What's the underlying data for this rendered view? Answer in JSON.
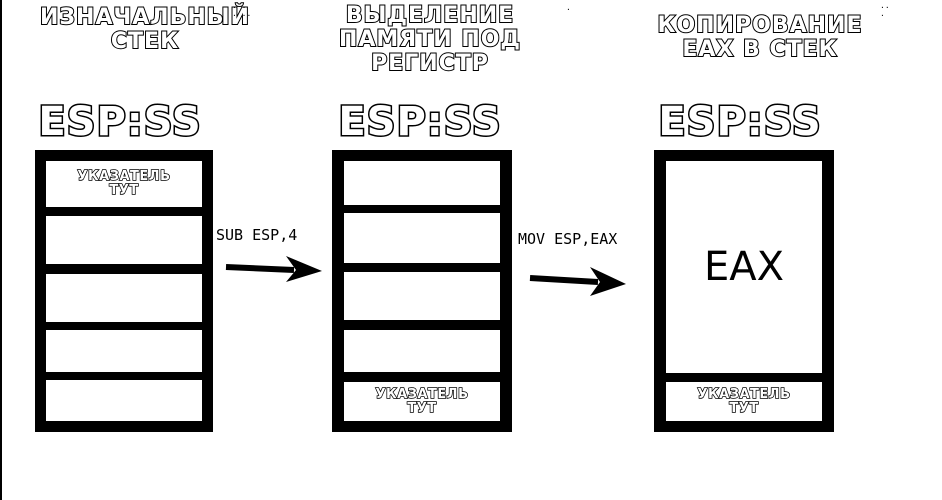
{
  "columns": [
    {
      "title_lines": [
        "ИЗНАЧАЛЬНЫЙ",
        "СТЕК"
      ],
      "register_label": "ESP:SS",
      "pointer_label_lines": [
        "УКАЗАТЕЛЬ",
        "ТУТ"
      ]
    },
    {
      "title_lines": [
        "ВЫДЕЛЕНИЕ",
        "ПАМЯТИ ПОД",
        "РЕГИСТР"
      ],
      "register_label": "ESP:SS",
      "pointer_label_lines": [
        "УКАЗАТЕЛЬ",
        "ТУТ"
      ]
    },
    {
      "title_lines": [
        "КОПИРОВАНИЕ",
        "EAX В СТЕК"
      ],
      "register_label": "ESP:SS",
      "pointer_label_lines": [
        "УКАЗАТЕЛЬ",
        "ТУТ"
      ],
      "content_label": "EAX"
    }
  ],
  "transitions": [
    {
      "instruction": "SUB ESP,4"
    },
    {
      "instruction": "MOV ESP,EAX"
    }
  ]
}
